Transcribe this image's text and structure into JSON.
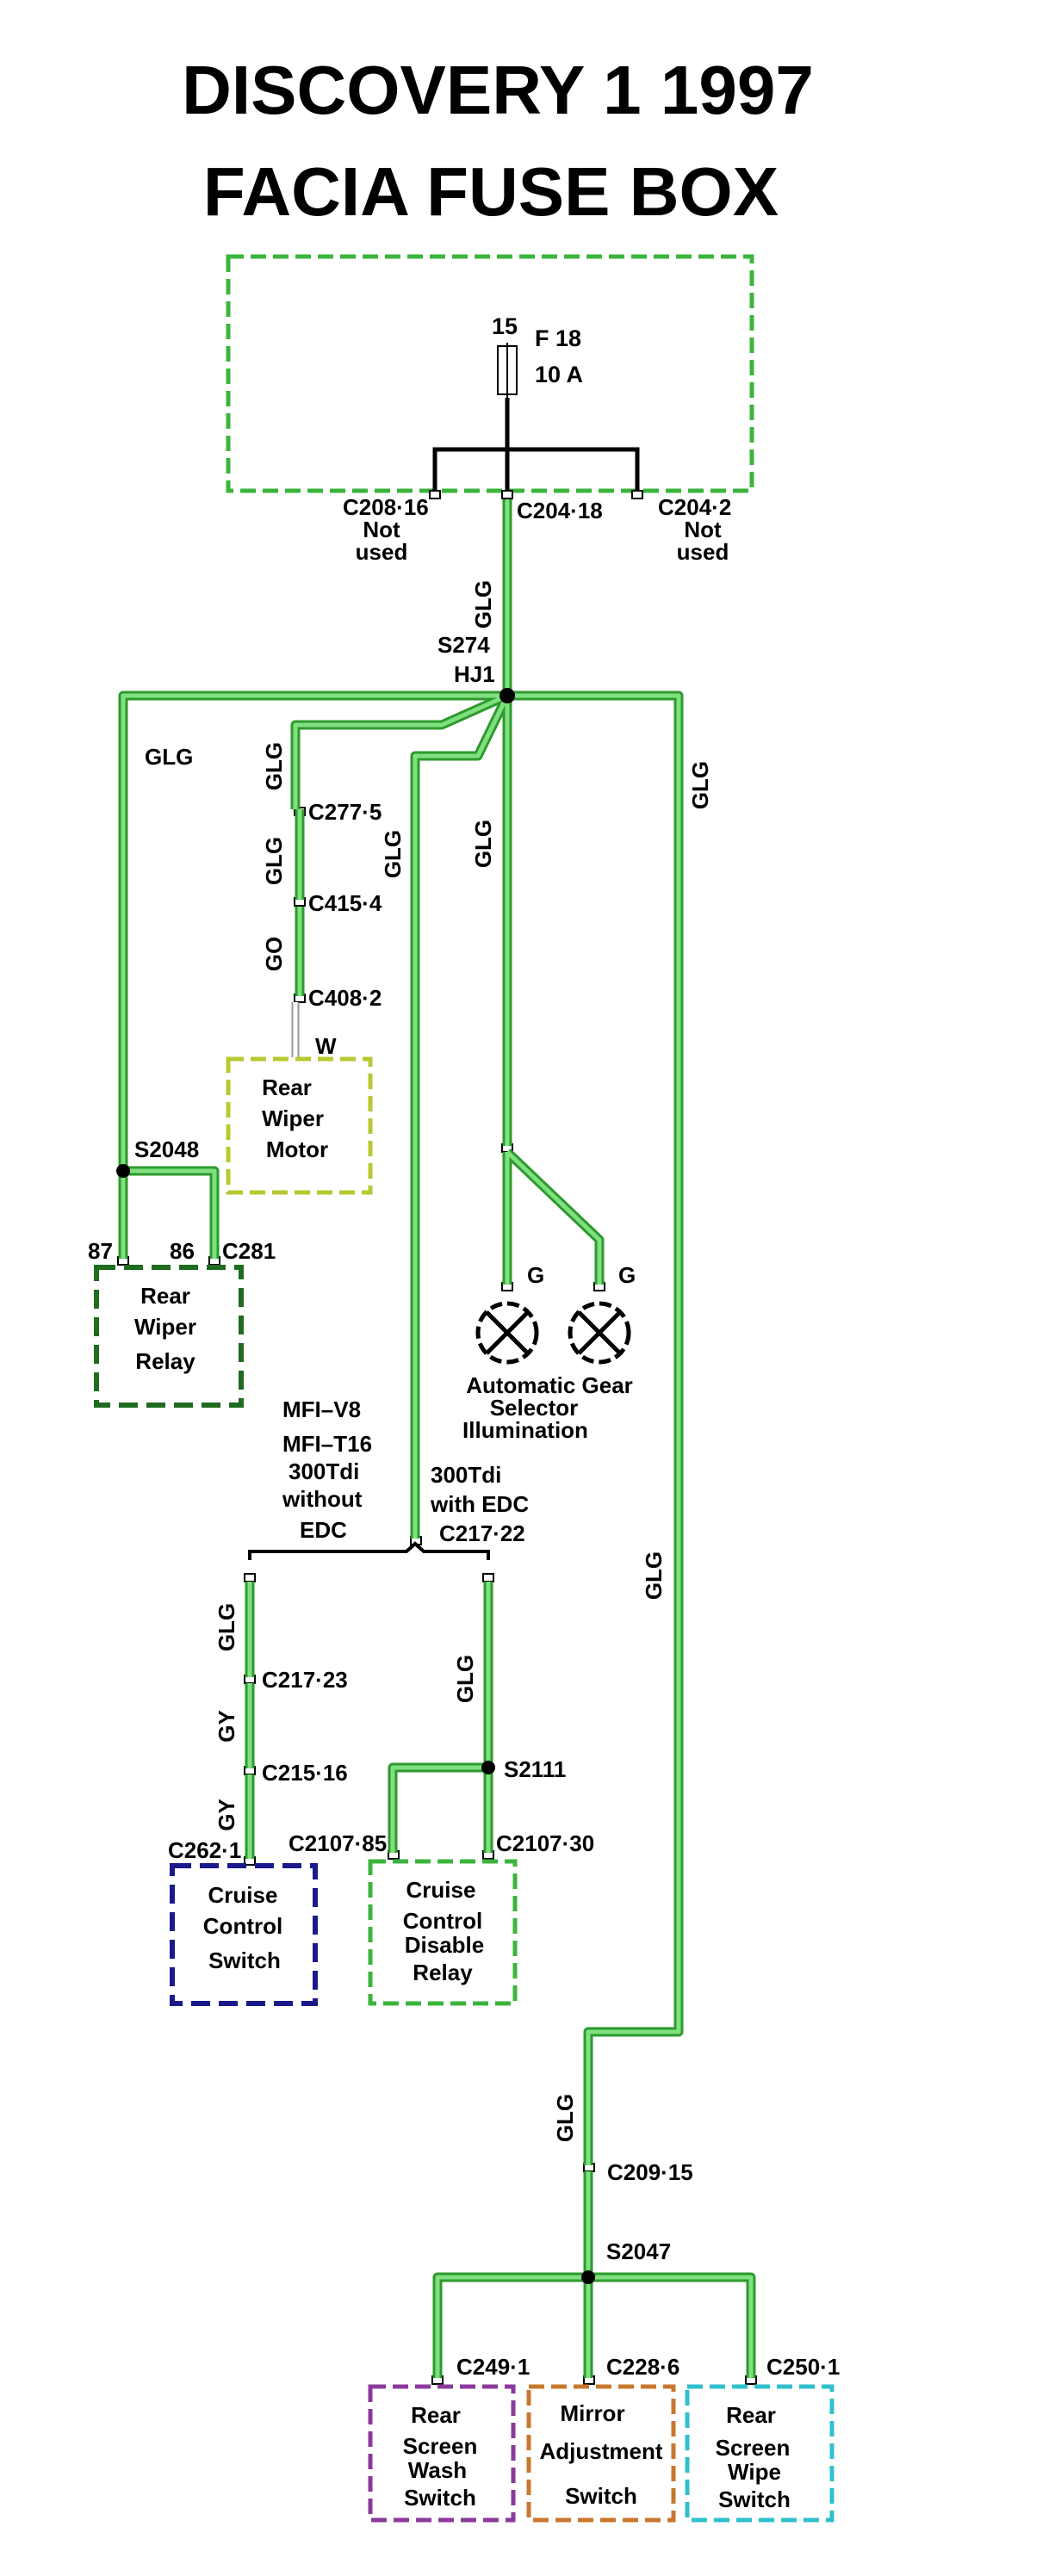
{
  "title": {
    "line1": "DISCOVERY 1 1997",
    "line2": "FACIA FUSE BOX"
  },
  "fuse": {
    "circuit": "15",
    "name": "F 18",
    "rating": "10 A"
  },
  "connectors": {
    "c208": "C208·16",
    "c208_note1": "Not",
    "c208_note2": "used",
    "c204_18": "C204·18",
    "c204_2": "C204·2",
    "c204_2_note1": "Not",
    "c204_2_note2": "used",
    "c277": "C277·5",
    "c415": "C415·4",
    "c408": "C408·2",
    "c281": "C281",
    "c217_22": "C217·22",
    "c217_23": "C217·23",
    "c215": "C215·16",
    "c262": "C262·1",
    "c2107_85": "C2107·85",
    "c2107_30": "C2107·30",
    "c209": "C209·15",
    "c249": "C249·1",
    "c228": "C228·6",
    "c250": "C250·1"
  },
  "splices": {
    "s274": "S274",
    "hj1": "HJ1",
    "s2048": "S2048",
    "s2111": "S2111",
    "s2047": "S2047"
  },
  "wire_colors": {
    "glg": "GLG",
    "go": "GO",
    "w": "W",
    "g": "G",
    "gy": "GY"
  },
  "pins": {
    "p87": "87",
    "p86": "86"
  },
  "notes": {
    "left1": "MFI–V8",
    "left2": "MFI–T16",
    "left3": "300Tdi",
    "left4": "without",
    "left5": "EDC",
    "right1": "300Tdi",
    "right2": "with EDC"
  },
  "components": {
    "rear_wiper_motor": [
      "Rear",
      "Wiper",
      "Motor"
    ],
    "rear_wiper_relay": [
      "Rear",
      "Wiper",
      "Relay"
    ],
    "gear_illum": [
      "Automatic Gear",
      "Selector",
      "Illumination"
    ],
    "cruise_switch": [
      "Cruise",
      "Control",
      "Switch"
    ],
    "cruise_relay": [
      "Cruise",
      "Control",
      "Disable",
      "Relay"
    ],
    "rear_screen_wash": [
      "Rear",
      "Screen",
      "Wash",
      "Switch"
    ],
    "mirror_switch": [
      "Mirror",
      "Adjustment",
      "Switch"
    ],
    "rear_screen_wipe": [
      "Rear",
      "Screen",
      "Wipe",
      "Switch"
    ]
  },
  "colors": {
    "wire_dark": "#2e9a2e",
    "wire_light": "#7fe07f",
    "fuse_box": "#3cb43c",
    "wiper_motor_box": "#b8c832",
    "wiper_relay_box": "#1f6b1f",
    "cruise_switch_box": "#1a1a8c",
    "cruise_relay_box": "#3cb43c",
    "wash_box": "#8b3a9a",
    "mirror_box": "#c8782d",
    "wipe_box": "#30c0cc"
  }
}
